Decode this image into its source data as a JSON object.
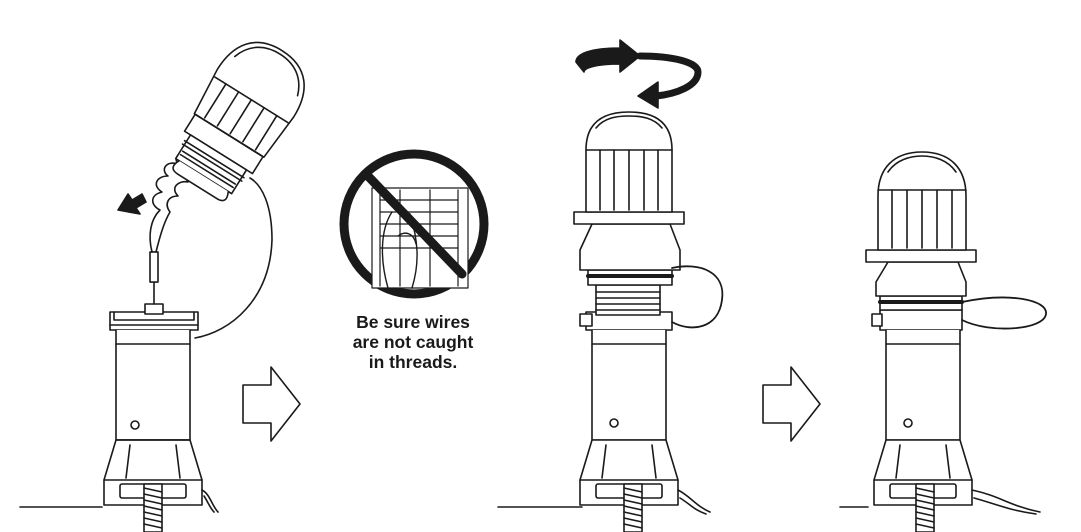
{
  "warning": {
    "lines": [
      "Be sure wires",
      "are not caught",
      "in threads."
    ]
  },
  "icons": {
    "step_arrow": "right-outline-arrow-icon",
    "rotate": "rotate-clockwise-arrow-icon",
    "prohibited": "prohibition-sign-icon",
    "direction": "filled-direction-arrow-icon"
  },
  "colors": {
    "stroke": "#1a1a1a",
    "fill": "#ffffff"
  }
}
